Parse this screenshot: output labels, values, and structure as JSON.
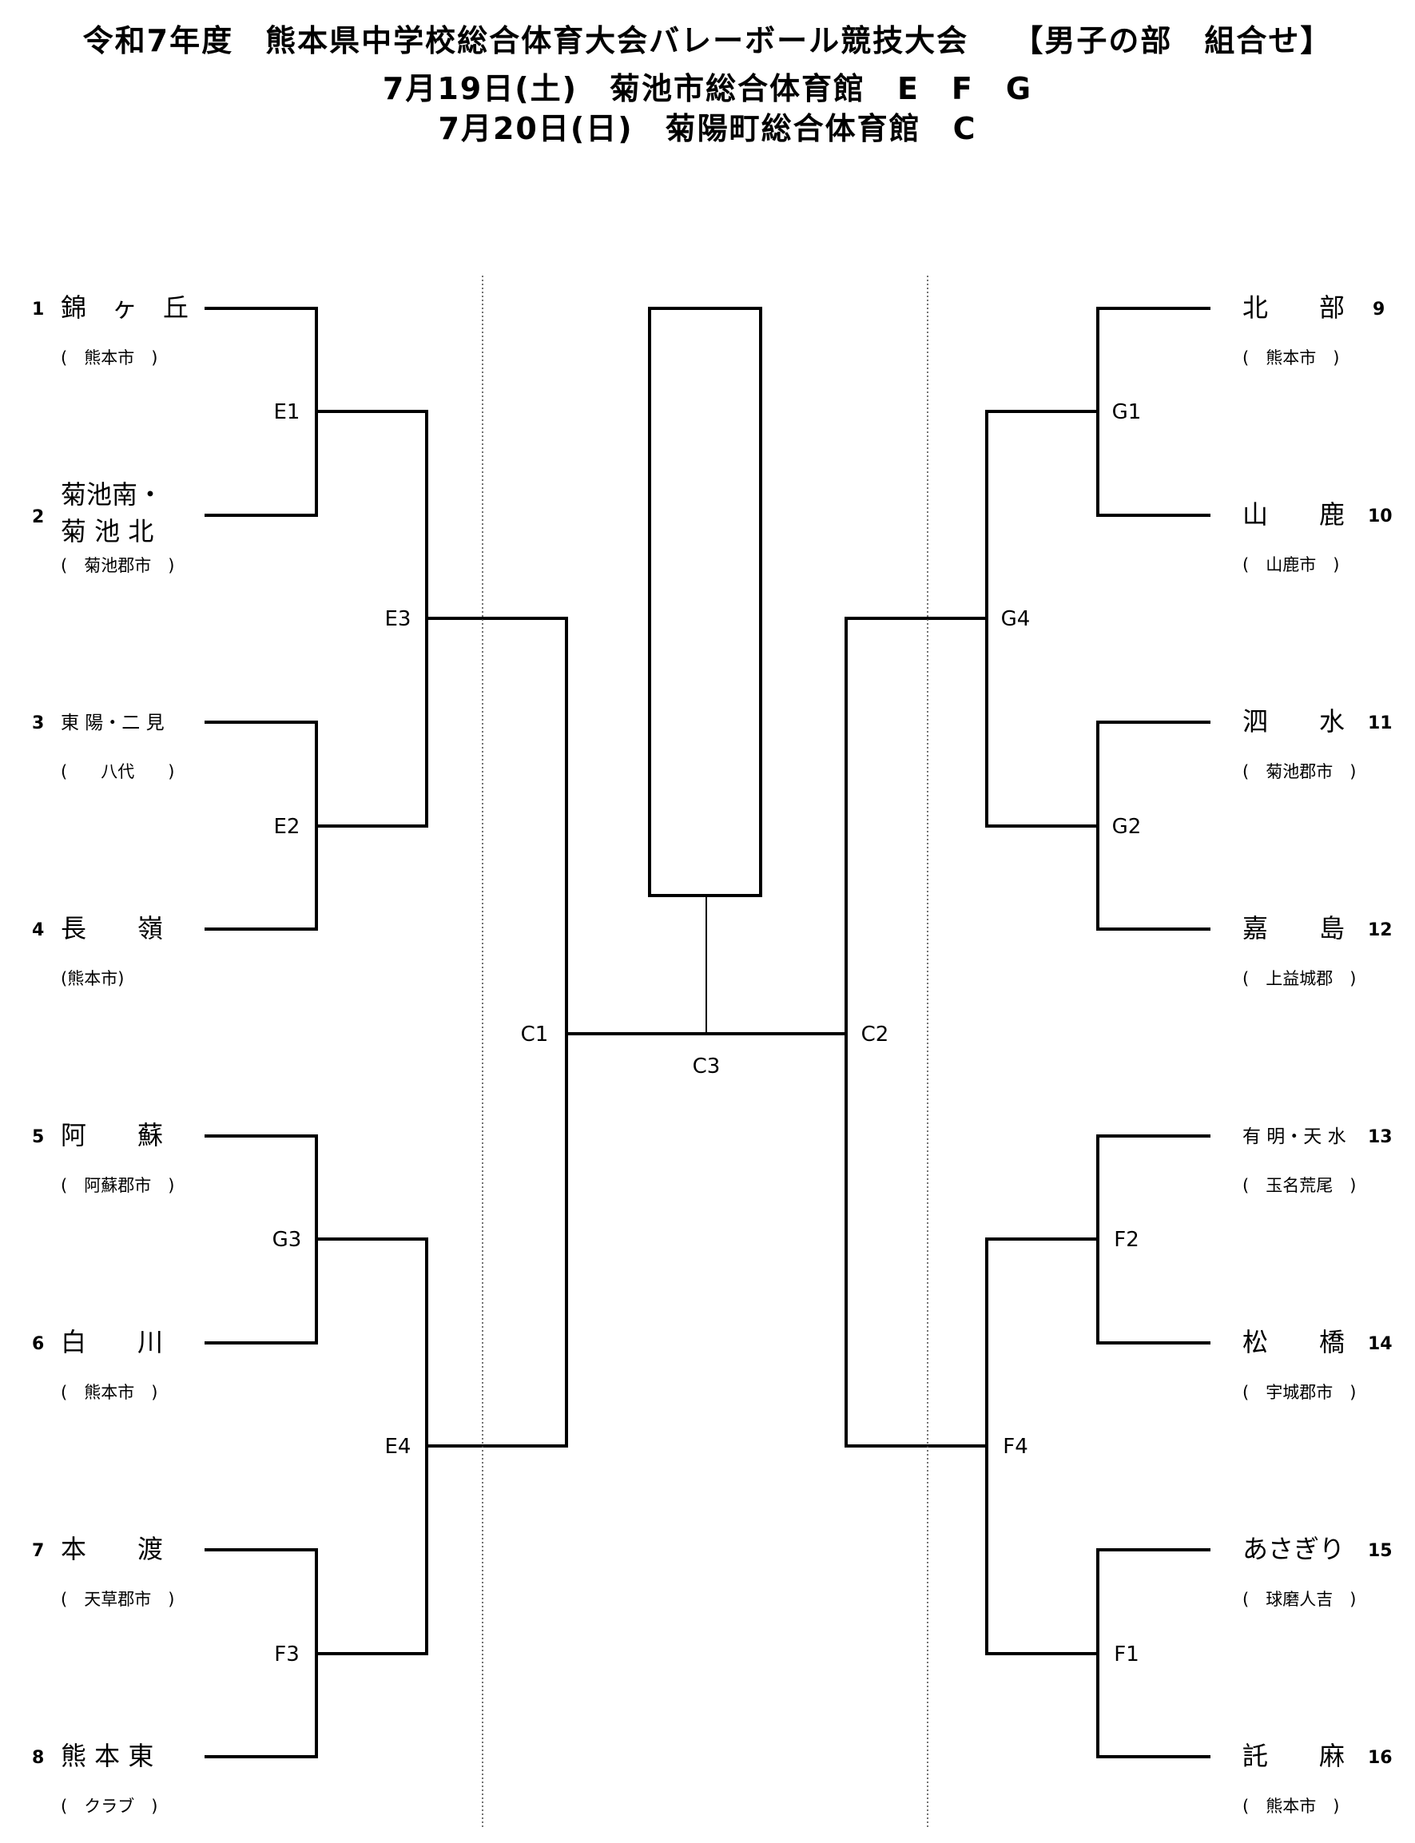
{
  "header": {
    "line1": "令和7年度　熊本県中学校総合体育大会バレーボール競技大会　 【男子の部　組合せ】",
    "line2": "7月19日(土)　菊池市総合体育館　E　F　G",
    "line3": "7月20日(日)　菊陽町総合体育館　C"
  },
  "left_teams": [
    {
      "num": "1",
      "name": "錦　ヶ　丘",
      "region": "(　熊本市　)"
    },
    {
      "num": "2",
      "name": "菊池南・",
      "name2": "菊 池 北",
      "region": "(　菊池郡市　)"
    },
    {
      "num": "3",
      "name": "東 陽・二 見",
      "region": "(　　八代　　)"
    },
    {
      "num": "4",
      "name": "長　　嶺",
      "region": "(熊本市)"
    },
    {
      "num": "5",
      "name": "阿　　蘇",
      "region": "(　阿蘇郡市　)"
    },
    {
      "num": "6",
      "name": "白　　川",
      "region": "(　熊本市　)"
    },
    {
      "num": "7",
      "name": "本　　渡",
      "region": "(　天草郡市　)"
    },
    {
      "num": "8",
      "name": "熊 本 東",
      "region": "(　クラブ　)"
    }
  ],
  "right_teams": [
    {
      "num": "9",
      "name": "北　　部",
      "region": "(　熊本市　)"
    },
    {
      "num": "10",
      "name": "山　　鹿",
      "region": "(　山鹿市　)"
    },
    {
      "num": "11",
      "name": "泗　　水",
      "region": "(　菊池郡市　)"
    },
    {
      "num": "12",
      "name": "嘉　　島",
      "region": "(　上益城郡　)"
    },
    {
      "num": "13",
      "name": "有 明・天 水",
      "region": "(　玉名荒尾　)"
    },
    {
      "num": "14",
      "name": "松　　橋",
      "region": "(　宇城郡市　)"
    },
    {
      "num": "15",
      "name": "あさぎり",
      "region": "(　球磨人吉　)"
    },
    {
      "num": "16",
      "name": "託　　麻",
      "region": "(　熊本市　)"
    }
  ],
  "matches": {
    "E1": "E1",
    "E2": "E2",
    "G3": "G3",
    "F3": "F3",
    "E3": "E3",
    "E4": "E4",
    "C1": "C1",
    "G1": "G1",
    "G2": "G2",
    "F2": "F2",
    "F1": "F1",
    "G4": "G4",
    "F4": "F4",
    "C2": "C2",
    "C3": "C3"
  }
}
